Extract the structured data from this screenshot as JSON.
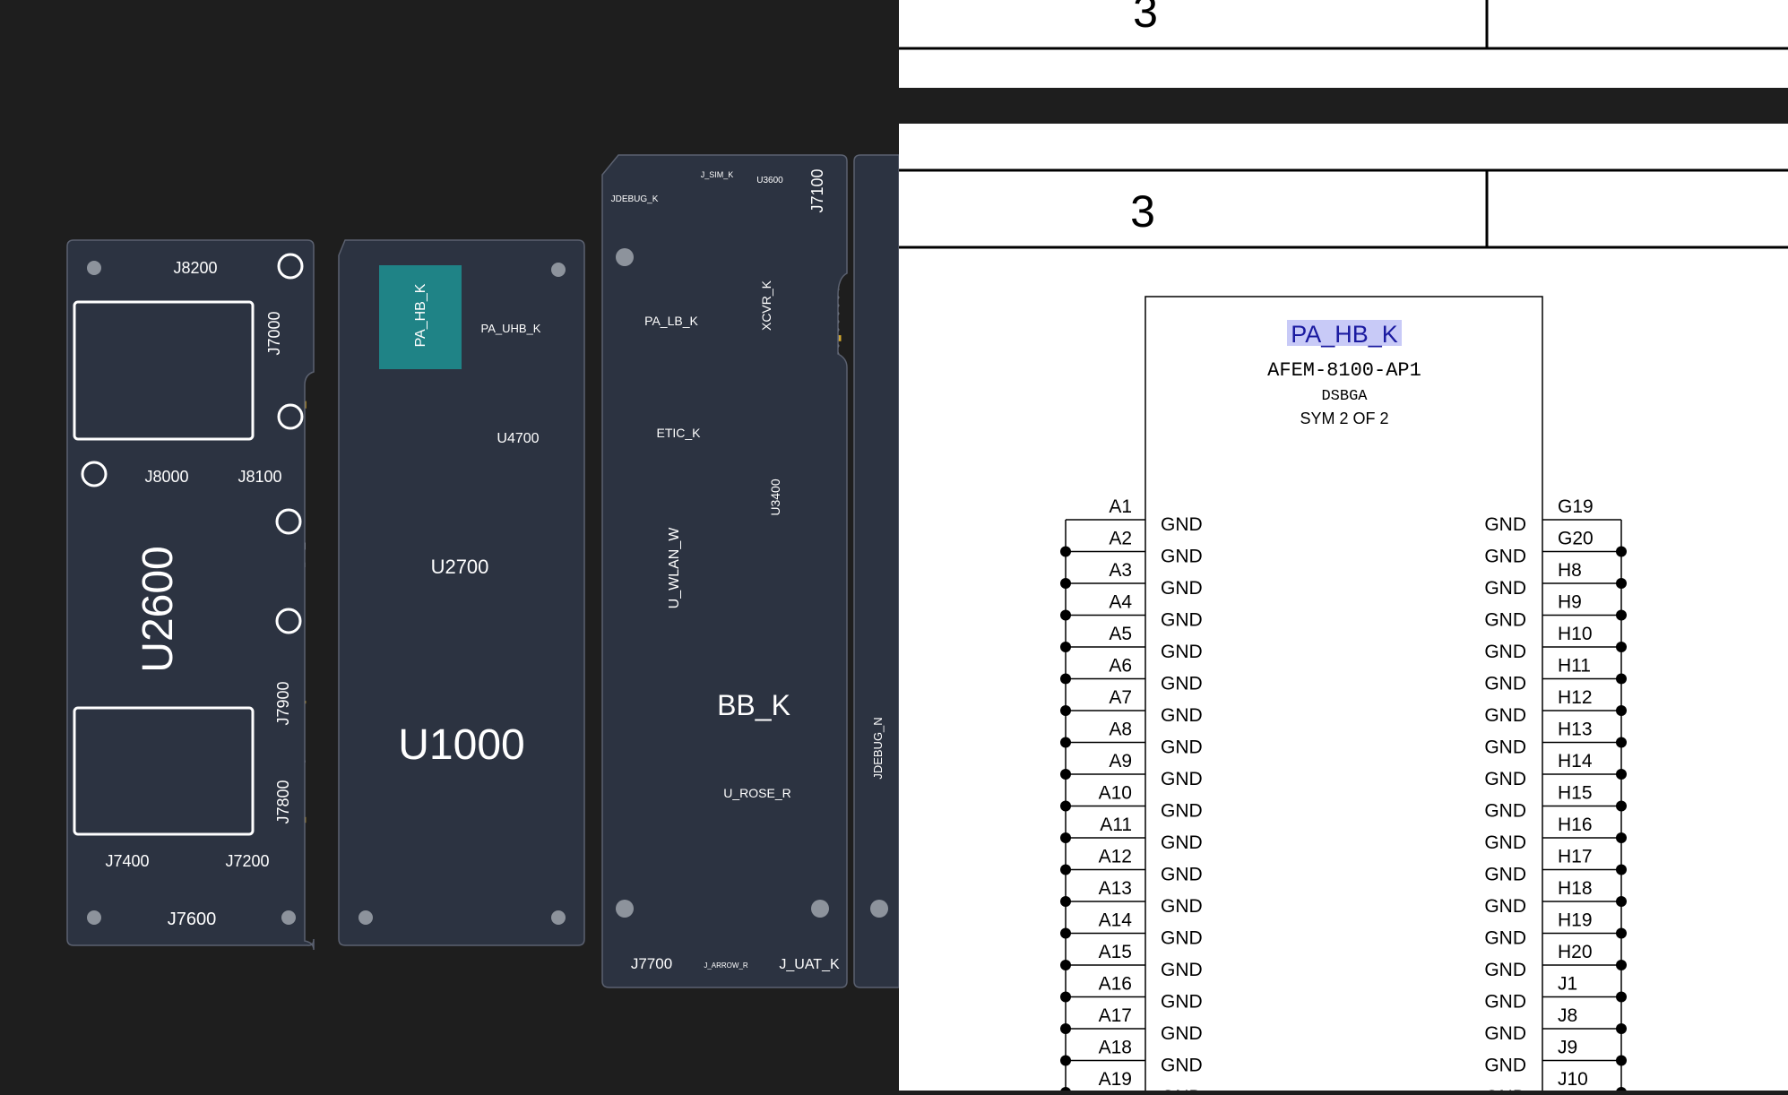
{
  "pcb": {
    "colors": {
      "board": "#2c3341",
      "gold": "#d4a82c",
      "grey": "#8d939c",
      "highlight": "#1e8c8e",
      "hole": "#ffffff"
    },
    "labels": {
      "j8200": "J8200",
      "j7000": "J7000",
      "j8000": "J8000",
      "j8100": "J8100",
      "u2600": "U2600",
      "j7900": "J7900",
      "j7800": "J7800",
      "j7400": "J7400",
      "j7200": "J7200",
      "j7600": "J7600",
      "pa_hb_k": "PA_HB_K",
      "pa_uhb_k": "PA_UHB_K",
      "u4700": "U4700",
      "u2700": "U2700",
      "u1000": "U1000",
      "pa_lb_k": "PA_LB_K",
      "xcvr_k": "XCVR_K",
      "jdebug_k": "JDEBUG_K",
      "j7100": "J7100",
      "u3600": "U3600",
      "j_sim_k": "J_SIM_K",
      "etic_k": "ETIC_K",
      "u3400": "U3400",
      "u_wlan_w": "U_WLAN_W",
      "bb_k": "BB_K",
      "u_rose_r": "U_ROSE_R",
      "j7700": "J7700",
      "j_uat_k": "J_UAT_K",
      "j_arrow_r": "J_ARROW_R",
      "jdebug_n": "JDEBUG_N"
    }
  },
  "schematic": {
    "table": {
      "cell_top": "3",
      "cell_bottom": "3"
    },
    "component": {
      "refdes": "PA_HB_K",
      "part_number": "AFEM-8100-AP1",
      "package": "DSBGA",
      "sym": "SYM 2 OF 2"
    },
    "left_pins": [
      {
        "num": "A1",
        "name": "GND"
      },
      {
        "num": "A2",
        "name": "GND"
      },
      {
        "num": "A3",
        "name": "GND"
      },
      {
        "num": "A4",
        "name": "GND"
      },
      {
        "num": "A5",
        "name": "GND"
      },
      {
        "num": "A6",
        "name": "GND"
      },
      {
        "num": "A7",
        "name": "GND"
      },
      {
        "num": "A8",
        "name": "GND"
      },
      {
        "num": "A9",
        "name": "GND"
      },
      {
        "num": "A10",
        "name": "GND"
      },
      {
        "num": "A11",
        "name": "GND"
      },
      {
        "num": "A12",
        "name": "GND"
      },
      {
        "num": "A13",
        "name": "GND"
      },
      {
        "num": "A14",
        "name": "GND"
      },
      {
        "num": "A15",
        "name": "GND"
      },
      {
        "num": "A16",
        "name": "GND"
      },
      {
        "num": "A17",
        "name": "GND"
      },
      {
        "num": "A18",
        "name": "GND"
      },
      {
        "num": "A19",
        "name": "GND"
      }
    ],
    "right_pins": [
      {
        "num": "G19",
        "name": "GND"
      },
      {
        "num": "G20",
        "name": "GND"
      },
      {
        "num": "H8",
        "name": "GND"
      },
      {
        "num": "H9",
        "name": "GND"
      },
      {
        "num": "H10",
        "name": "GND"
      },
      {
        "num": "H11",
        "name": "GND"
      },
      {
        "num": "H12",
        "name": "GND"
      },
      {
        "num": "H13",
        "name": "GND"
      },
      {
        "num": "H14",
        "name": "GND"
      },
      {
        "num": "H15",
        "name": "GND"
      },
      {
        "num": "H16",
        "name": "GND"
      },
      {
        "num": "H17",
        "name": "GND"
      },
      {
        "num": "H18",
        "name": "GND"
      },
      {
        "num": "H19",
        "name": "GND"
      },
      {
        "num": "H20",
        "name": "GND"
      },
      {
        "num": "J1",
        "name": "GND"
      },
      {
        "num": "J8",
        "name": "GND"
      },
      {
        "num": "J9",
        "name": "GND"
      },
      {
        "num": "J10",
        "name": "GND"
      }
    ]
  }
}
